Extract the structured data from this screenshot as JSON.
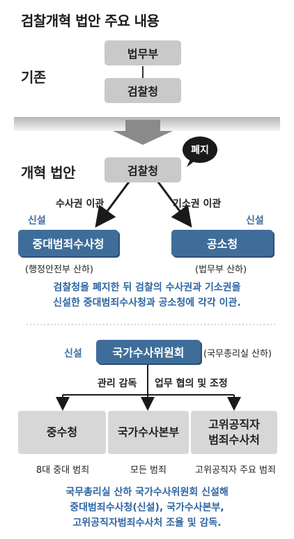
{
  "title": "검찰개혁 법안 주요 내용",
  "existing": {
    "label": "기존",
    "top_box": "법무부",
    "bottom_box": "검찰청"
  },
  "reform": {
    "label": "개혁 법안",
    "center_box": "검찰청",
    "abolish_badge": "폐지",
    "left_arrow_label": "수사권 이관",
    "right_arrow_label": "기소권 이관",
    "left_new_tag": "신설",
    "right_new_tag": "신설",
    "left_box": "중대범죄수사청",
    "right_box": "공소청",
    "left_sub": "(행정안전부 산하)",
    "right_sub": "(법무부 산하)",
    "note_line1": "검찰청을 폐지한 뒤 검찰의 수사권과 기소권을",
    "note_line2": "신설한 중대범죄수사청과 공소청에 각각 이관."
  },
  "committee": {
    "new_tag": "신설",
    "box": "국가수사위원회",
    "side_note": "(국무총리실 산하)",
    "left_label": "관리 감독",
    "right_label": "업무 협의 및 조정",
    "boxes": [
      {
        "label": "중수청",
        "desc": "8대 중대 범죄"
      },
      {
        "label": "국가수사본부",
        "desc": "모든 범죄"
      },
      {
        "label_line1": "고위공직자",
        "label_line2": "범죄수사처",
        "desc": "고위공직자 주요 범죄"
      }
    ],
    "note_line1": "국무총리실 산하 국가수사위원회 신설해",
    "note_line2": "중대범죄수사청(신설), 국가수사본부,",
    "note_line3": "고위공직자범죄수사처 조율 및 감독."
  },
  "colors": {
    "blue_box": "#3f6d99",
    "gray_box": "#c9c9c9",
    "blue_text": "#3f6ea0",
    "note_text": "#2f66a3"
  }
}
